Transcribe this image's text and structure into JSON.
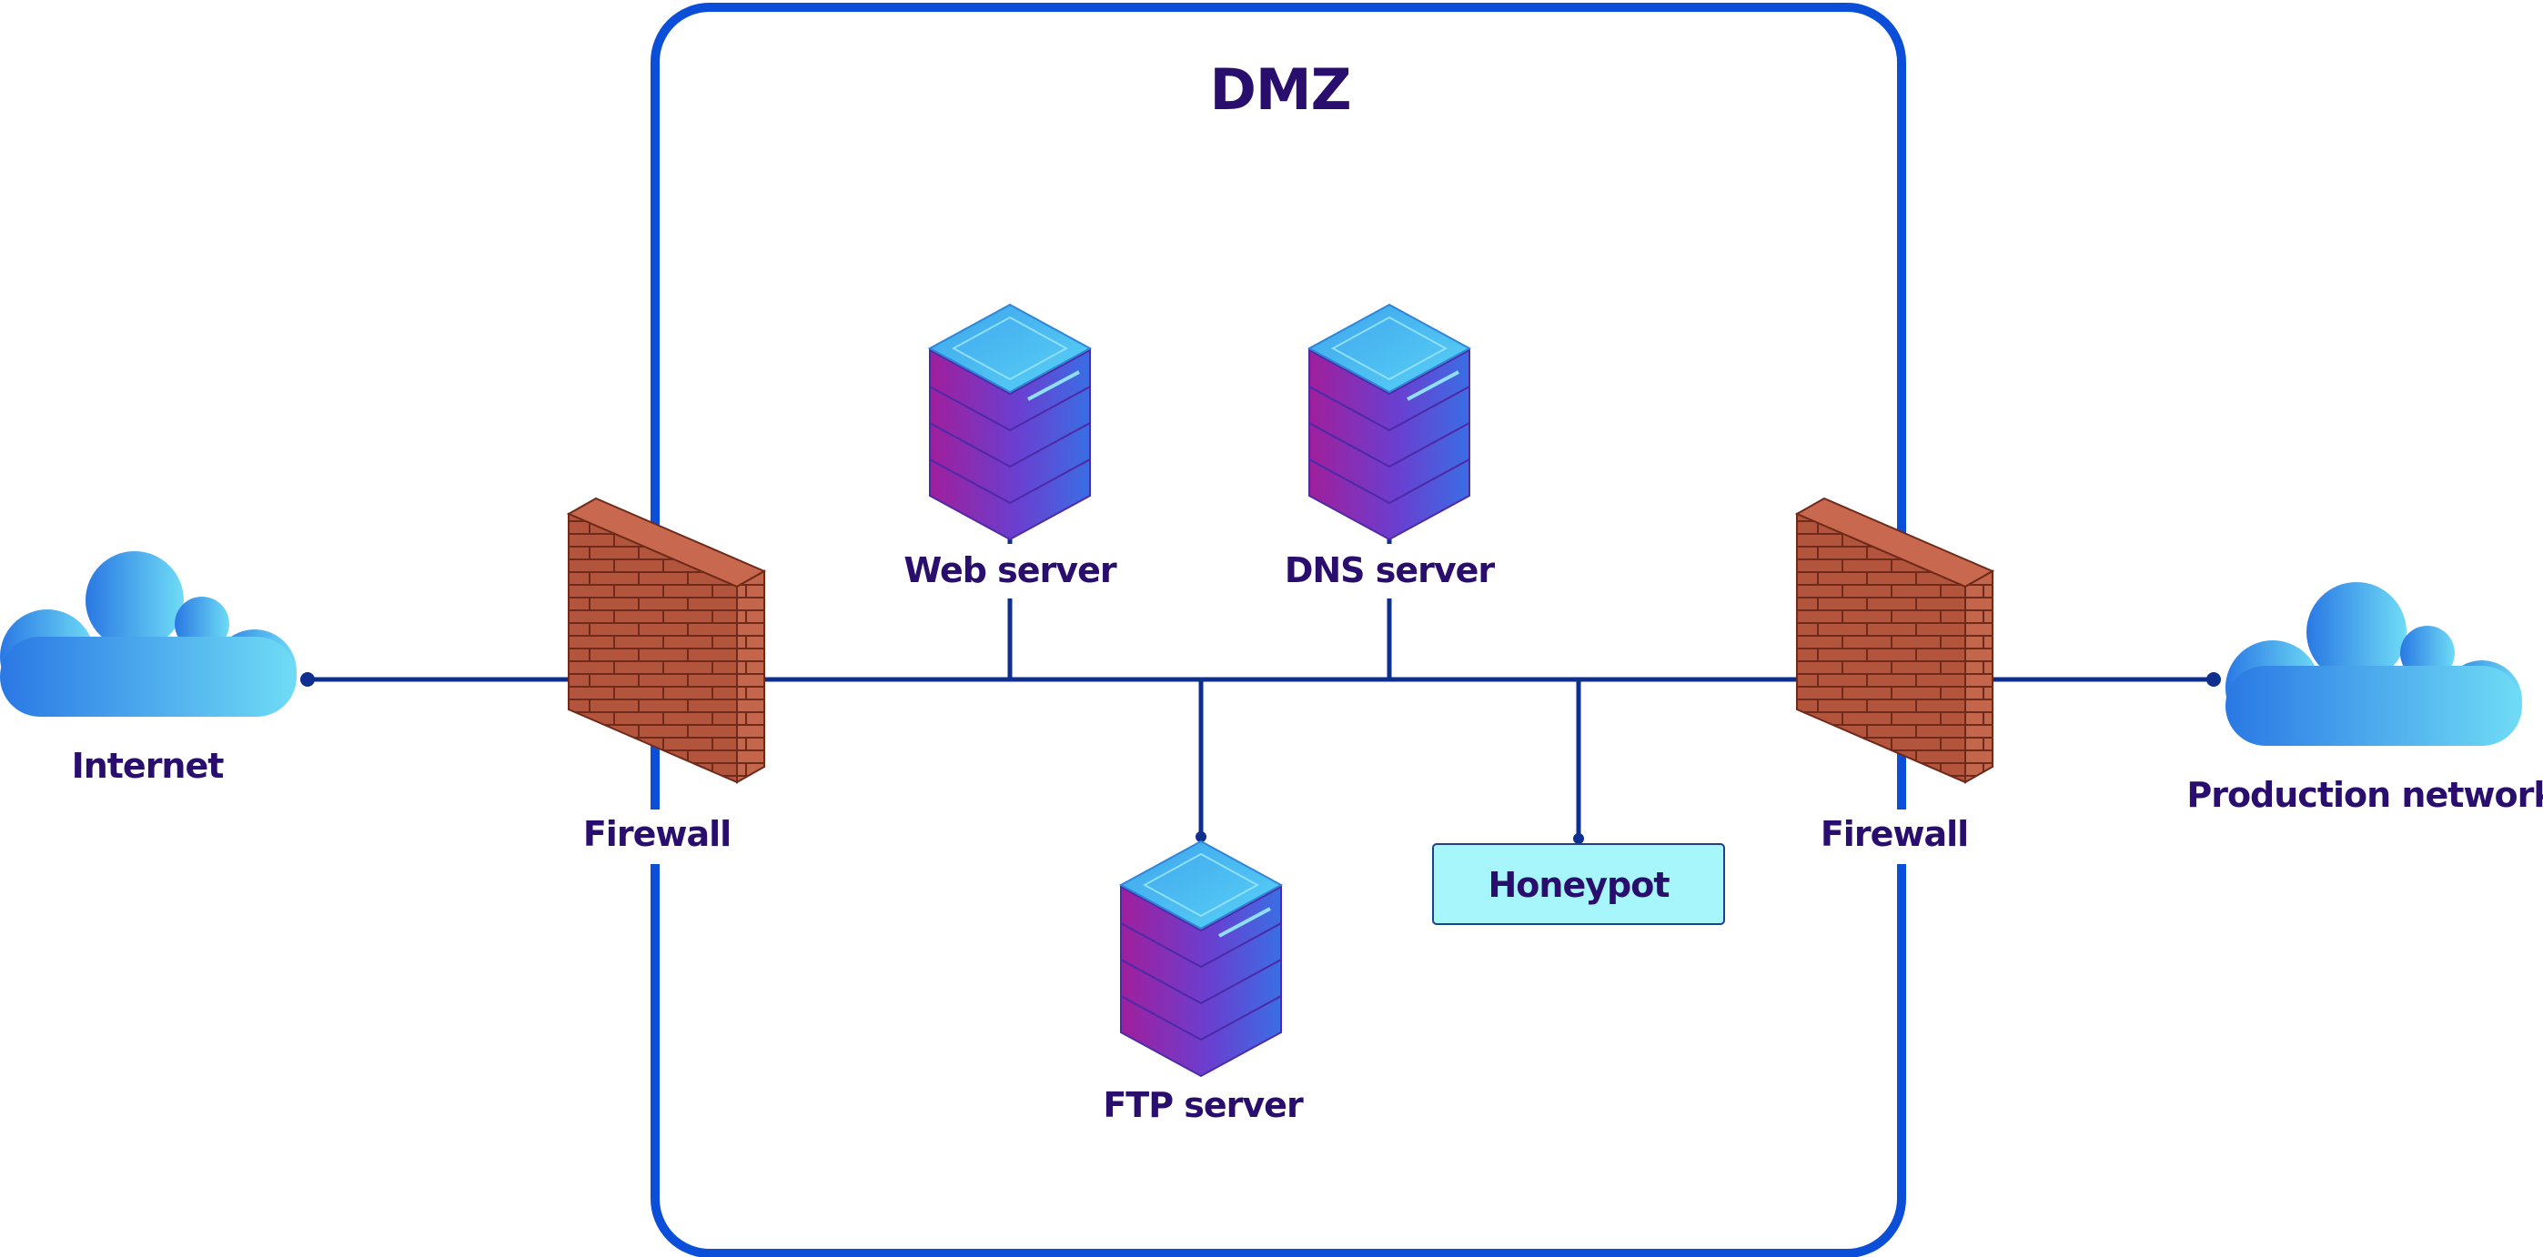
{
  "diagram": {
    "zone_title": "DMZ",
    "nodes": {
      "internet": "Internet",
      "firewall_left": "Firewall",
      "web_server": "Web server",
      "dns_server": "DNS server",
      "ftp_server": "FTP server",
      "honeypot": "Honeypot",
      "firewall_right": "Firewall",
      "production_network": "Production network"
    }
  },
  "colors": {
    "zone_border": "#0b4fd8",
    "network_line": "#0f2f8f",
    "label_text": "#2a0e6e",
    "honeypot_fill": "#a6f6fb",
    "brick": "#b3543c"
  }
}
